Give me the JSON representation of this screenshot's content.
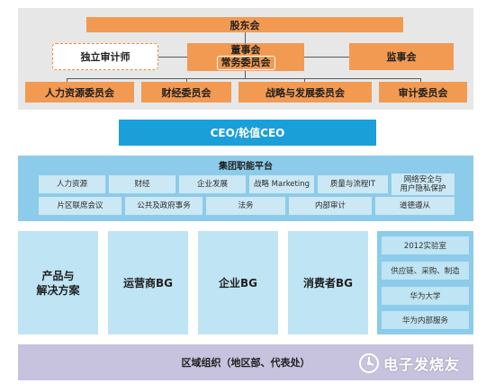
{
  "governance": {
    "shareholders": "股东会",
    "auditor": "独立审计师",
    "board": "董事会",
    "standing_committee": "常务委员会",
    "supervisory": "监事会",
    "committees": [
      "人力资源委员会",
      "财经委员会",
      "战略与发展委员会",
      "审计委员会"
    ]
  },
  "ceo": "CEO/轮值CEO",
  "platform": {
    "title": "集团职能平台",
    "row1": [
      "人力资源",
      "财经",
      "企业发展",
      "战略 Marketing",
      "质量与流程IT",
      "网络安全与\n用户隐私保护"
    ],
    "row2": [
      "片区联席会议",
      "公共及政府事务",
      "法务",
      "内部审计",
      "道德遵从"
    ]
  },
  "bgs": [
    "产品与\n解决方案",
    "运营商BG",
    "企业BG",
    "消费者BG"
  ],
  "side": [
    "2012实验室",
    "供应链、采购、制造",
    "华为大学",
    "华为内部服务"
  ],
  "region": "区域组织（地区部、代表处）",
  "watermark": "电子发烧友",
  "colors": {
    "orange": "#f29a52",
    "ceo_blue": "#1b9fd8",
    "platform_blue": "#8ccbea",
    "cell_blue": "#cce8f5",
    "region_purple": "#c7c2dd"
  }
}
